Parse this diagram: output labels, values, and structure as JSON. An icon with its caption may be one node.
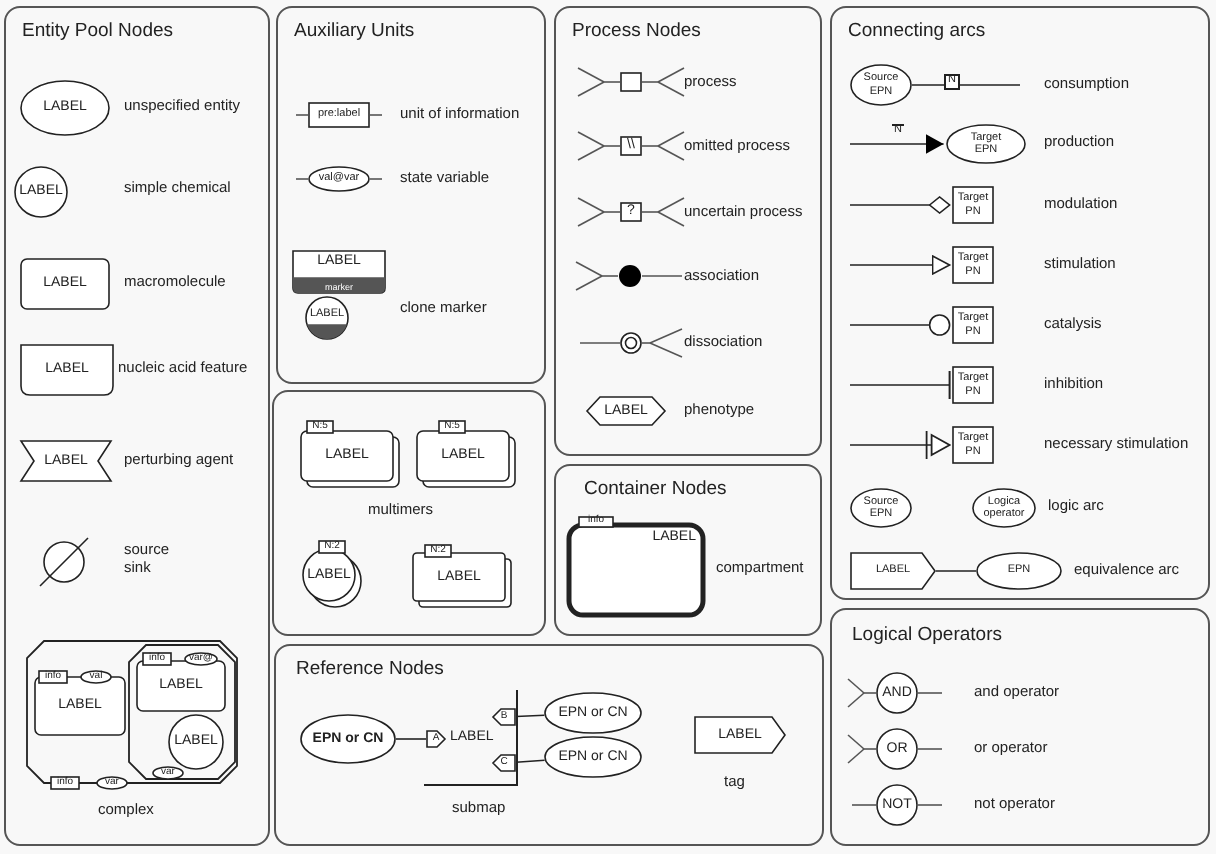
{
  "diagram": {
    "nodes": [
      {
        "text": [
          "Entity Pool Nodes"
        ]
      },
      {
        "text": [
          "LABEL"
        ],
        "in": 0,
        "beside": [
          "unspecified entity"
        ]
      },
      {
        "text": [
          "LABEL"
        ],
        "in": 0,
        "beside": [
          "simple chemical"
        ]
      },
      {
        "text": [
          "LABEL"
        ],
        "in": 0,
        "beside": [
          "macromolecule"
        ]
      },
      {
        "text": [
          "LABEL"
        ],
        "in": 0,
        "beside": [
          "nucleic acid feature"
        ]
      },
      {
        "text": [
          "LABEL"
        ],
        "in": 0,
        "beside": [
          "perturbing agent"
        ]
      },
      {
        "text": [],
        "shape": "circle",
        "in": 0,
        "beside": [
          "source sink"
        ]
      },
      {
        "text": [],
        "shape": "octagon",
        "in": 0,
        "beside": [
          "complex"
        ]
      },
      {
        "text": [
          "LABEL"
        ],
        "in": 7
      },
      {
        "text": [
          "info"
        ],
        "in": 7
      },
      {
        "text": [
          "val"
        ],
        "in": 7
      },
      {
        "text": [],
        "shape": "octagon",
        "in": 7
      },
      {
        "text": [
          "LABEL"
        ],
        "in": 11
      },
      {
        "text": [
          "info"
        ],
        "in": 11
      },
      {
        "text": [
          "var@"
        ],
        "in": 11
      },
      {
        "text": [
          "LABEL"
        ],
        "in": 11
      },
      {
        "text": [
          "var"
        ],
        "in": 11
      },
      {
        "text": [
          "info"
        ],
        "in": 0
      },
      {
        "text": [
          "var"
        ],
        "in": 0
      },
      {
        "text": [
          "Auxiliary Units"
        ]
      },
      {
        "text": [
          "pre:label"
        ],
        "in": 19,
        "beside": [
          "unit of information"
        ]
      },
      {
        "text": [
          "val@var"
        ],
        "in": 19,
        "beside": [
          "state variable"
        ]
      },
      {
        "text": [
          "LABEL",
          "marker"
        ],
        "in": 19,
        "beside": [
          "clone marker"
        ]
      },
      {
        "text": [
          "LABEL"
        ],
        "in": 19
      },
      {
        "text": [
          "multimers"
        ]
      },
      {
        "text": [
          "LABEL"
        ],
        "in": 24
      },
      {
        "text": [
          "N:5"
        ],
        "in": 24
      },
      {
        "text": [
          "LABEL"
        ],
        "in": 24
      },
      {
        "text": [
          "N:5"
        ],
        "in": 24
      },
      {
        "text": [
          "LABEL"
        ],
        "in": 24
      },
      {
        "text": [
          "N:2"
        ],
        "in": 24
      },
      {
        "text": [
          "LABEL"
        ],
        "in": 24
      },
      {
        "text": [
          "N:2"
        ],
        "in": 24
      },
      {
        "text": [
          "Process Nodes"
        ]
      },
      {
        "text": [],
        "shape": "box",
        "in": 33,
        "beside": [
          "process"
        ]
      },
      {
        "text": [
          "\\\\"
        ],
        "in": 33,
        "beside": [
          "omitted process"
        ]
      },
      {
        "text": [
          "?"
        ],
        "in": 33,
        "beside": [
          "uncertain process"
        ]
      },
      {
        "text": [],
        "shape": "circle",
        "in": 33,
        "beside": [
          "association"
        ]
      },
      {
        "text": [],
        "shape": "circle",
        "in": 33,
        "beside": [
          "dissociation"
        ]
      },
      {
        "text": [
          "LABEL"
        ],
        "in": 33,
        "beside": [
          "phenotype"
        ]
      },
      {
        "text": [
          "Connecting arcs"
        ]
      },
      {
        "text": [
          "Source EPN"
        ],
        "in": 40
      },
      {
        "text": [
          "Target EPN"
        ],
        "in": 40,
        "beside": [
          "production"
        ]
      },
      {
        "text": [
          "Target PN"
        ],
        "in": 40,
        "beside": [
          "modulation"
        ]
      },
      {
        "text": [
          "Target PN"
        ],
        "in": 40,
        "beside": [
          "stimulation"
        ]
      },
      {
        "text": [
          "Target PN"
        ],
        "in": 40,
        "beside": [
          "catalysis"
        ]
      },
      {
        "text": [
          "Target PN"
        ],
        "in": 40,
        "beside": [
          "inhibition"
        ]
      },
      {
        "text": [
          "Target PN"
        ],
        "in": 40,
        "beside": [
          "necessary stimulation"
        ]
      },
      {
        "text": [
          "Source EPN"
        ],
        "in": 40
      },
      {
        "text": [
          "Logica operator"
        ],
        "in": 40,
        "beside": [
          "logic arc"
        ]
      },
      {
        "text": [
          "LABEL"
        ],
        "in": 40
      },
      {
        "text": [
          "EPN"
        ],
        "in": 40,
        "beside": [
          "equivalence arc"
        ]
      },
      {
        "text": [
          "Container Nodes"
        ]
      },
      {
        "text": [
          "LABEL"
        ],
        "in": 52,
        "beside": [
          "compartment"
        ]
      },
      {
        "text": [
          "info"
        ],
        "in": 52
      },
      {
        "text": [
          "Reference Nodes"
        ]
      },
      {
        "text": [
          "EPN or CN"
        ],
        "in": 55
      },
      {
        "text": [
          "LABEL"
        ],
        "in": 55,
        "beside": [
          "submap"
        ]
      },
      {
        "text": [
          "A"
        ],
        "in": 57
      },
      {
        "text": [
          "B"
        ],
        "in": 57
      },
      {
        "text": [
          "C"
        ],
        "in": 57
      },
      {
        "text": [
          "EPN or CN"
        ],
        "in": 55
      },
      {
        "text": [
          "EPN or CN"
        ],
        "in": 55
      },
      {
        "text": [
          "LABEL"
        ],
        "in": 55,
        "beside": [
          "tag"
        ]
      },
      {
        "text": [
          "Logical Operators"
        ]
      },
      {
        "text": [
          "AND"
        ],
        "in": 64,
        "beside": [
          "and operator"
        ]
      },
      {
        "text": [
          "OR"
        ],
        "in": 64,
        "beside": [
          "or operator"
        ]
      },
      {
        "text": [
          "NOT"
        ],
        "in": 64,
        "beside": [
          "not operator"
        ]
      }
    ],
    "edges": [
      {
        "from": 41,
        "to": null,
        "arrow": "none",
        "label": "N"
      },
      {
        "from": null,
        "to": 42,
        "arrow": "to",
        "label": "N"
      },
      {
        "from": null,
        "to": 43,
        "arrow": "other"
      },
      {
        "from": null,
        "to": 44,
        "arrow": "to"
      },
      {
        "from": null,
        "to": 45,
        "arrow": "other"
      },
      {
        "from": null,
        "to": 46,
        "arrow": "other"
      },
      {
        "from": null,
        "to": 47,
        "arrow": "to"
      },
      {
        "from": 50,
        "to": 51,
        "arrow": "none"
      },
      {
        "from": 56,
        "to": 58,
        "arrow": "none"
      },
      {
        "from": 59,
        "to": 61,
        "arrow": "none"
      },
      {
        "from": 60,
        "to": 62,
        "arrow": "none"
      }
    ],
    "labels": [
      "consumption"
    ]
  }
}
